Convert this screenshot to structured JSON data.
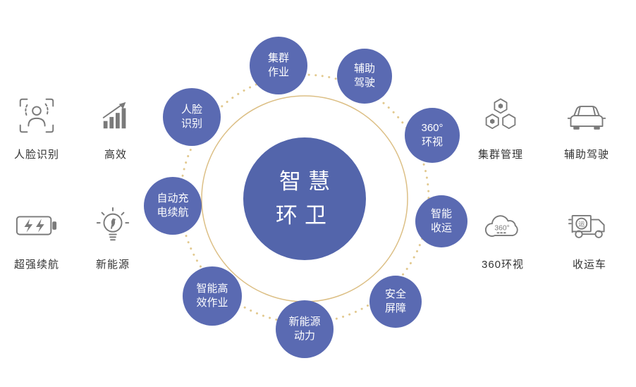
{
  "palette": {
    "node_blue": "#5a6ab2",
    "center_blue": "#5365ab",
    "ring_gold": "#dcbf85",
    "icon_gray": "#7a7a7a",
    "label_color": "#333333"
  },
  "center": {
    "label": "智慧\n环卫"
  },
  "satellites": [
    {
      "id": "cluster-operation",
      "label": "集群\n作业"
    },
    {
      "id": "assisted-driving",
      "label": "辅助\n驾驶"
    },
    {
      "id": "surround-view-360",
      "label": "360°\n环视"
    },
    {
      "id": "smart-collection",
      "label": "智能\n收运"
    },
    {
      "id": "safety-barrier",
      "label": "安全\n屏障"
    },
    {
      "id": "new-energy-power",
      "label": "新能源\n动力"
    },
    {
      "id": "smart-efficient-operation",
      "label": "智能高\n效作业"
    },
    {
      "id": "auto-charging-endurance",
      "label": "自动充\n电续航"
    },
    {
      "id": "face-recognition",
      "label": "人脸\n识别"
    }
  ],
  "features": [
    {
      "icon": "face-scan-icon",
      "label": "人脸识别"
    },
    {
      "icon": "bar-chart-icon",
      "label": "高效"
    },
    {
      "icon": "battery-icon",
      "label": "超强续航"
    },
    {
      "icon": "eco-bulb-icon",
      "label": "新能源"
    },
    {
      "icon": "hexagon-cluster-icon",
      "label": "集群管理"
    },
    {
      "icon": "car-icon",
      "label": "辅助驾驶"
    },
    {
      "icon": "cloud-360-icon",
      "label": "360环视"
    },
    {
      "icon": "truck-icon",
      "label": "收运车"
    }
  ],
  "icon_texts": {
    "cloud": "360°",
    "truck": "运"
  }
}
